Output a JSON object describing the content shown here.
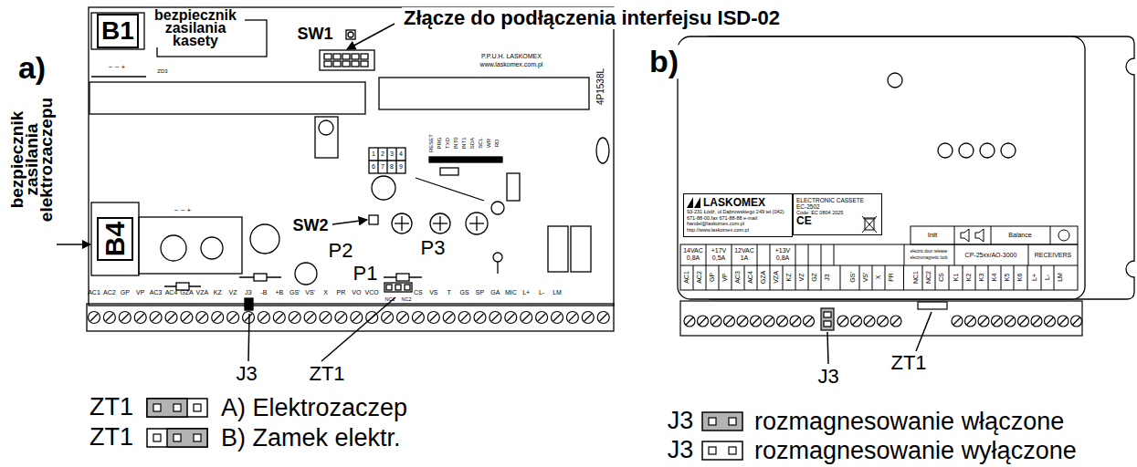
{
  "diagram": {
    "nodes": [
      {
        "text": [
          "B1"
        ]
      },
      {
        "text": [
          "B4"
        ]
      },
      {
        "text": [
          "LASKOMEX",
          "93-231 Łódź, ul.Dąbrowskiego 249 tel.(042) 671-88-00,fax 671-88-88 e-mail: handel@laskomex.com.pl http://www.laskomex.com.pl"
        ]
      },
      {
        "text": [
          "ELECTRONIC CASSETE",
          "EC-2502",
          "Code: EC 0804 2025",
          "CE"
        ]
      }
    ],
    "labels": [
      "bezpiecznik zasilania kasety",
      "SW1",
      "Złącze do podłączenia interfejsu ISD-02",
      "a)",
      "b)",
      "bezpiecznik zasilania elektrozaczepu",
      "SW2",
      "P2",
      "P1",
      "P3",
      "J3",
      "ZT1",
      "J3",
      "ZT1",
      "ZT1",
      "ZT1",
      "J3",
      "J3",
      "P.P.U.H. LASKOMEX",
      "www.laskomex.com.pl",
      "4P1538L",
      "ZD3",
      "1",
      "2",
      "3",
      "4",
      "6",
      "7",
      "8",
      "9",
      "RESET",
      "PRG",
      "TXD",
      "INT0",
      "INT1",
      "SDA",
      "SCL",
      "WR",
      "RD",
      "NC1",
      "NC2",
      "AC1",
      "AC2",
      "GP",
      "VP",
      "AC3",
      "AC4",
      "GZA",
      "VZA",
      "KZ",
      "VZ",
      "J3",
      "-B",
      "+B",
      "GS'",
      "VS'",
      "X",
      "PR",
      "VO",
      "VCO",
      "CS",
      "VS",
      "T",
      "GS",
      "SP",
      "GA",
      "MIC",
      "L+",
      "L-",
      "LM",
      "14VAC 0,8A",
      "+17V 0,5A",
      "12VAC 1A",
      "+13V 0,8A",
      "Init",
      "Balance",
      "CP-25xx/AO-3000",
      "RECEIVERS",
      "electric door release",
      "electromagnetic lock",
      "AC1",
      "AC2",
      "GP",
      "VP",
      "AC3",
      "AC4",
      "GZA",
      "VZA",
      "KZ",
      "VZ",
      "GZ",
      "J3",
      "GS'",
      "VS'",
      "X",
      "PR",
      "NC1",
      "NC2",
      "CS",
      "K1",
      "K2",
      "K3",
      "K4",
      "K5",
      "K6",
      "L+",
      "L-",
      "LM",
      "~ ~ +",
      "~ ~ +"
    ],
    "legend": [
      {
        "text": "A) Elektrozaczep"
      },
      {
        "text": "B) Zamek elektr."
      },
      {
        "text": "rozmagnesowanie włączone"
      },
      {
        "text": "rozmagnesowanie wyłączone"
      }
    ]
  }
}
